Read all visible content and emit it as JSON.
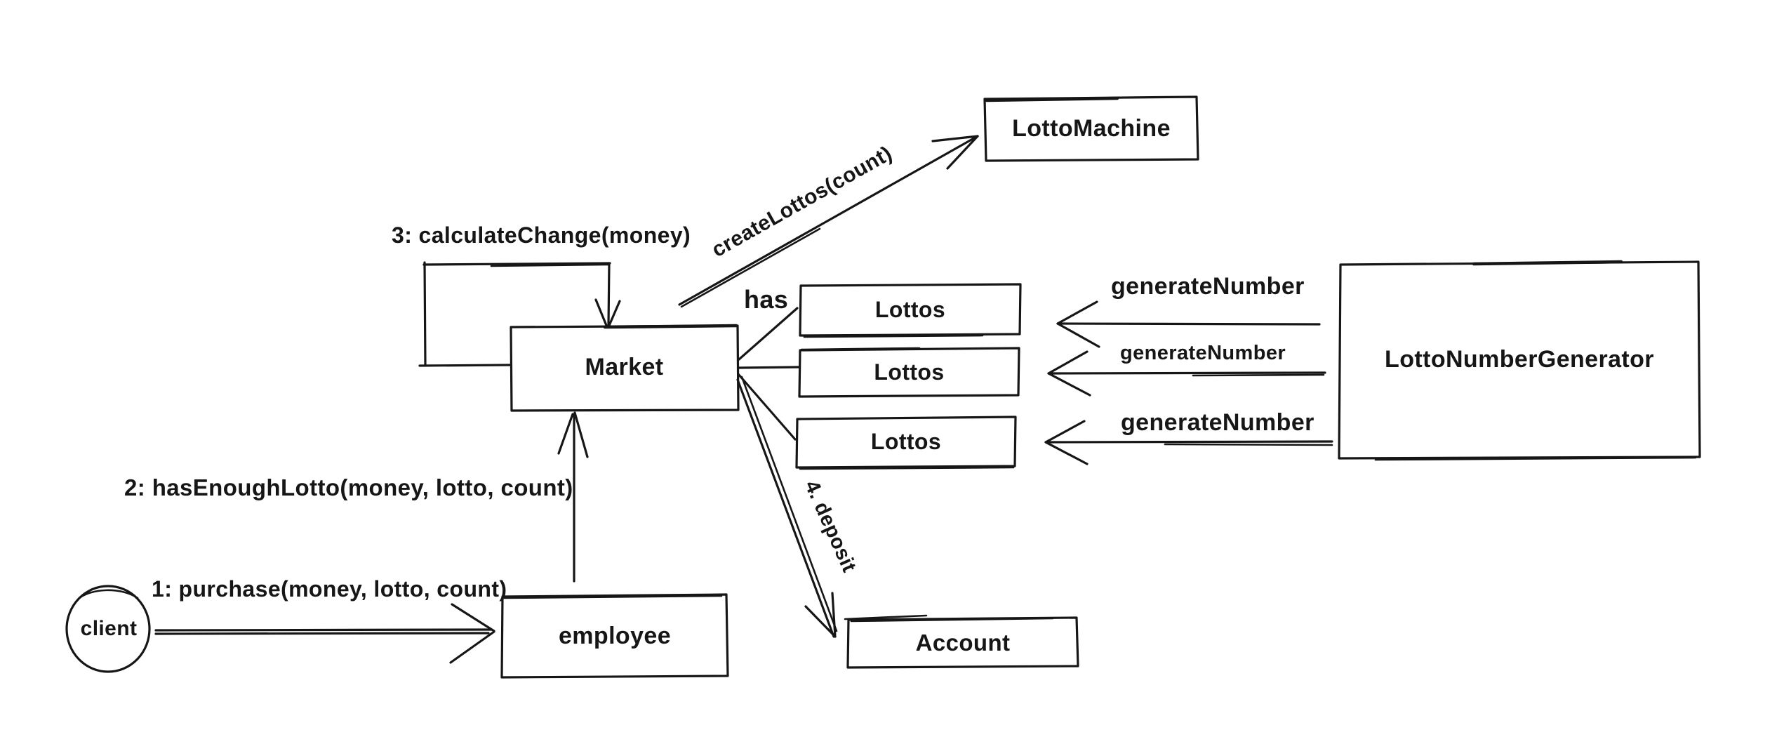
{
  "diagram": {
    "background": "#ffffff",
    "ink": "#161616",
    "nodes": {
      "lotto_machine": "LottoMachine",
      "market": "Market",
      "lottos_1": "Lottos",
      "lottos_2": "Lottos",
      "lottos_3": "Lottos",
      "lotto_number_generator": "LottoNumberGenerator",
      "employee": "employee",
      "account": "Account",
      "client": "client"
    },
    "edges": {
      "purchase": "1: purchase(money, lotto, count)",
      "has_enough_lotto": "2: hasEnoughLotto(money, lotto, count)",
      "calculate_change": "3: calculateChange(money)",
      "deposit": "4. deposit",
      "create_lottos": "createLottos(count)",
      "has": "has",
      "generate_number_1": "generateNumber",
      "generate_number_2": "generateNumber",
      "generate_number_3": "generateNumber"
    }
  }
}
